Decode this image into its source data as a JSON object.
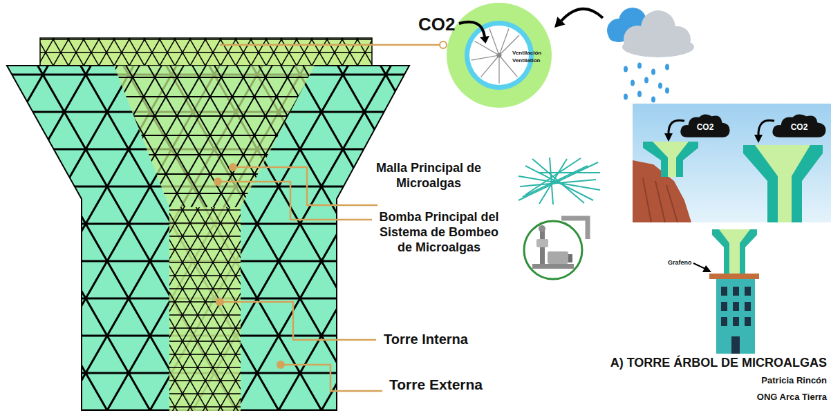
{
  "diagram": {
    "title": "A) TORRE ÁRBOL DE MICROALGAS",
    "nodes": [
      {
        "text": [
          "Ventilación",
          "Ventilation"
        ]
      },
      {
        "text": [
          "CO2"
        ]
      },
      {
        "text": [
          "CO2"
        ]
      }
    ],
    "labels": [
      "CO2",
      "Malla Principal de Microalgas",
      "Bomba Principal del Sistema de Bombeo de Microalgas",
      "Torre Interna",
      "Torre Externa",
      "Grafeno",
      "Patricia Rincón",
      "ONG Arca Tierra"
    ]
  }
}
